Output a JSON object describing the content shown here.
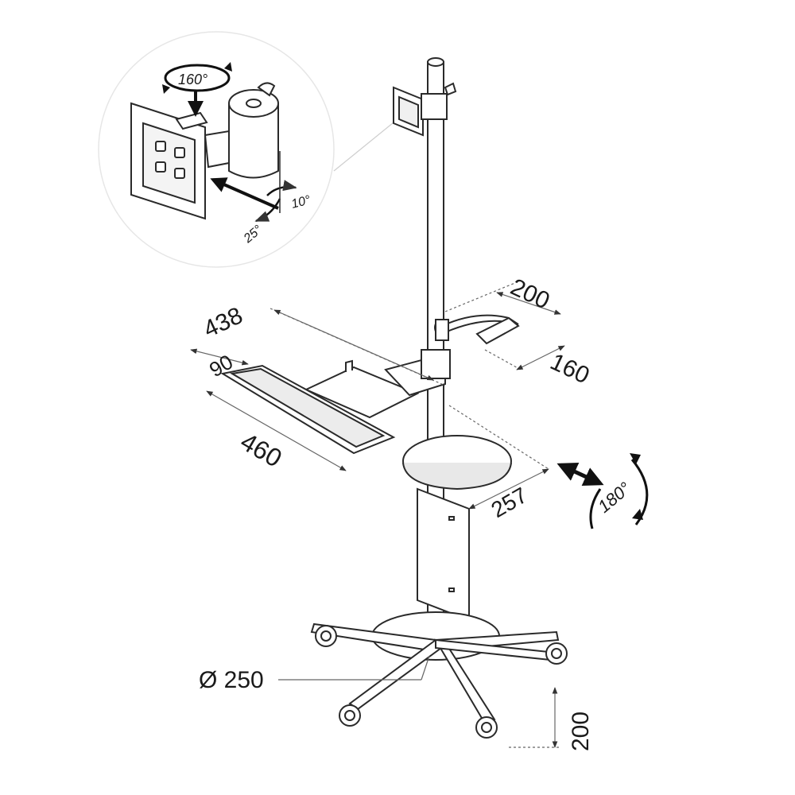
{
  "colors": {
    "line": "#2a2a2a",
    "light": "#8a8a8a",
    "dim": "#555555",
    "fill": "#ffffff",
    "shade": "#d9d9d9"
  },
  "labels": {
    "rotation_160": "160°",
    "tilt_10": "10°",
    "tilt_25": "25°",
    "dim_438": "438",
    "dim_90": "90",
    "dim_460": "460",
    "dim_200_handle": "200",
    "dim_160": "160",
    "dim_257": "257",
    "rotation_180": "180°",
    "base_diameter": "Ø 250",
    "dim_200_height": "200"
  }
}
